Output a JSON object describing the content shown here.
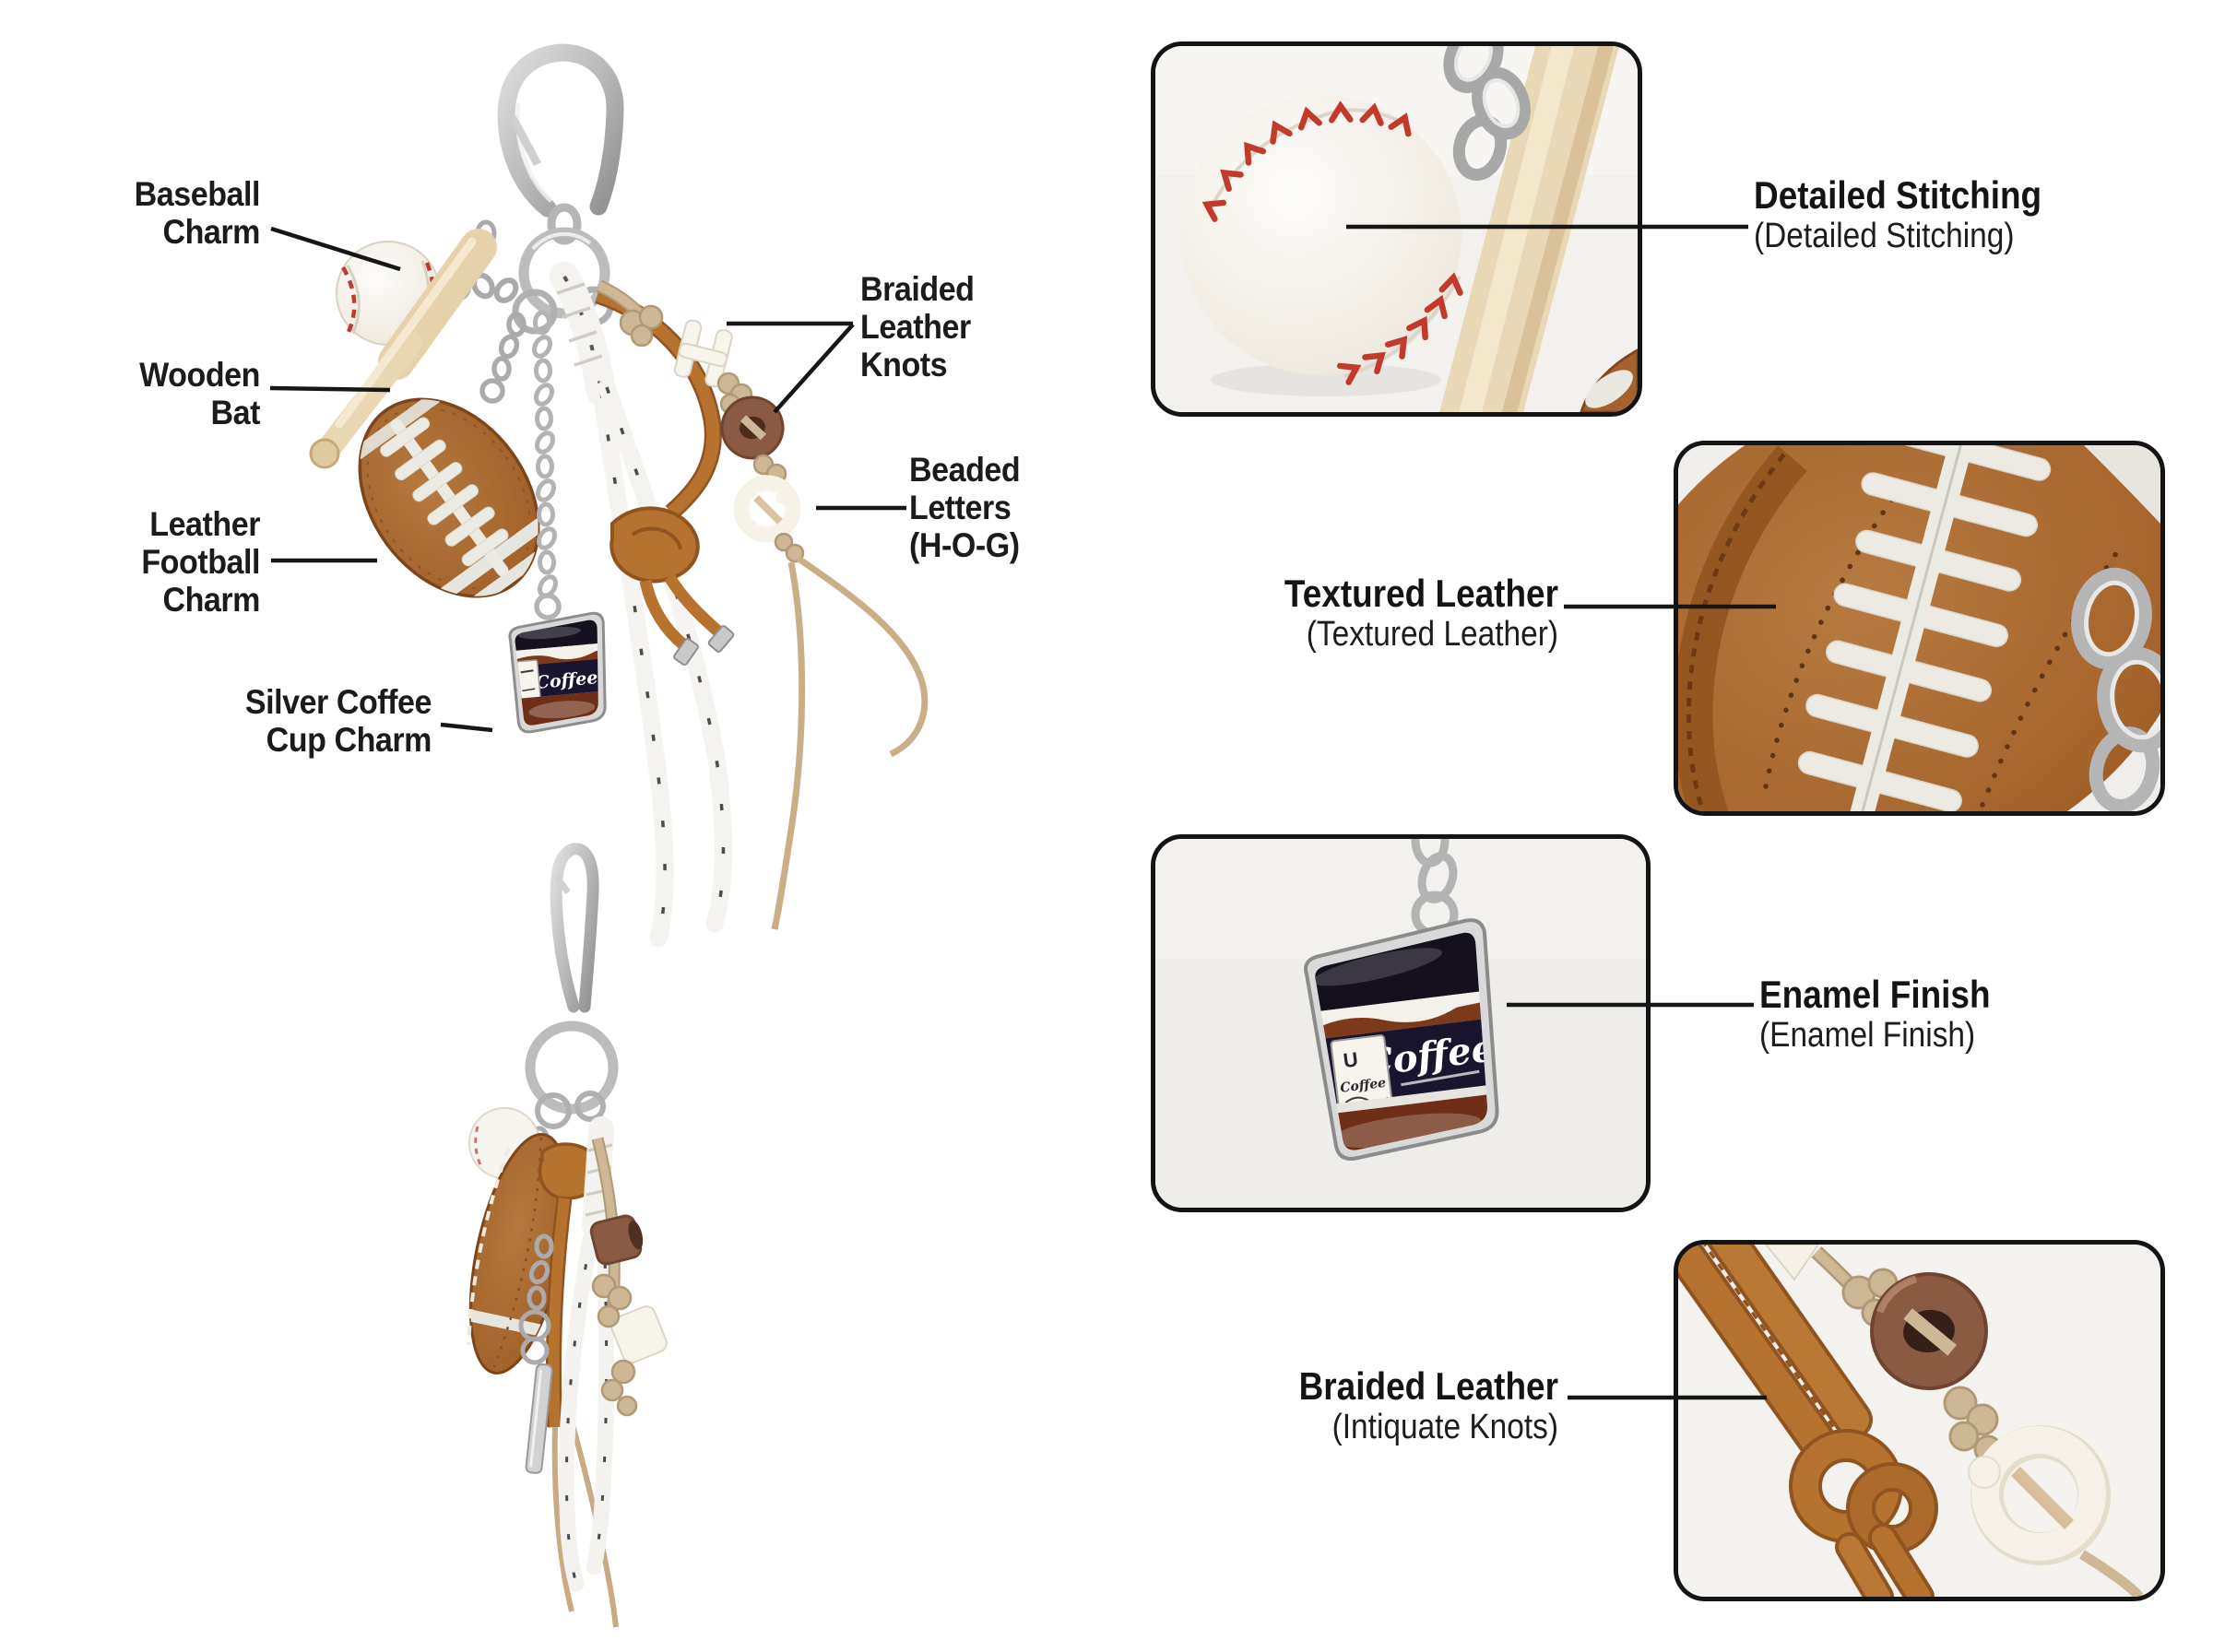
{
  "annotations": {
    "baseball_charm": {
      "l1": "Baseball",
      "l2": "Charm"
    },
    "wooden_bat": {
      "l1": "Wooden",
      "l2": "Bat"
    },
    "leather_football": {
      "l1": "Leather",
      "l2": "Football",
      "l3": "Charm"
    },
    "silver_coffee": {
      "l1": "Silver Coffee",
      "l2": "Cup Charm"
    },
    "braided_knots": {
      "l1": "Braided",
      "l2": "Leather",
      "l3": "Knots"
    },
    "beaded_letters": {
      "l1": "Beaded",
      "l2": "Letters",
      "l3": "(H-O-G)"
    }
  },
  "details": {
    "stitching": {
      "title": "Detailed Stitching",
      "subtitle": "(Detailed Stitching)"
    },
    "texture": {
      "title": "Textured Leather",
      "subtitle": "(Textured Leather)"
    },
    "enamel": {
      "title": "Enamel Finish",
      "subtitle": "(Enamel Finish)"
    },
    "braided": {
      "title": "Braided Leather",
      "subtitle": "(Intiquate Knots)"
    }
  },
  "charm_artwork": {
    "coffee_script": "Coffee",
    "coffee_card_small": "Coffee",
    "coffee_card_initial": "U"
  },
  "colors": {
    "callout_line": "#161616",
    "panel_border": "#141414",
    "leather_brown": "#a96a33",
    "cord_tan": "#b5732f",
    "cord_beige": "#cdb795",
    "baseball_stitch": "#c13a2c",
    "wood": "#e9d7b2",
    "metal_silver": "#bcbcbc",
    "coffee_navy": "#191430",
    "coffee_enamel_brown": "#6e2f16"
  }
}
